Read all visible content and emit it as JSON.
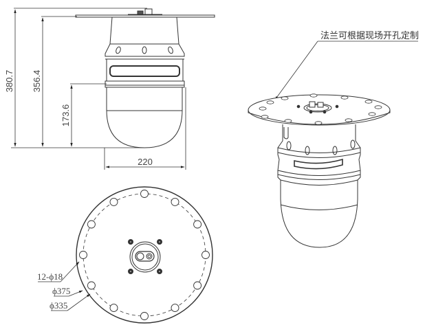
{
  "drawing": {
    "type": "engineering-drawing",
    "subject": "dome camera with mounting flange",
    "views": [
      "front-elevation",
      "isometric",
      "bottom-plan"
    ]
  },
  "front_view": {
    "dimensions": {
      "overall_height": "380.7",
      "flange_to_bottom_height": "356.4",
      "dome_height": "173.6",
      "body_width": "220"
    }
  },
  "isometric_view": {
    "note": "法兰可根据现场开孔定制"
  },
  "bottom_view": {
    "labels": {
      "holes": "12-ϕ18",
      "outer_diameter": "ϕ375",
      "bolt_circle_diameter": "ϕ335"
    },
    "hole_count": 12
  },
  "colors": {
    "line": "#333333",
    "background": "#ffffff"
  }
}
